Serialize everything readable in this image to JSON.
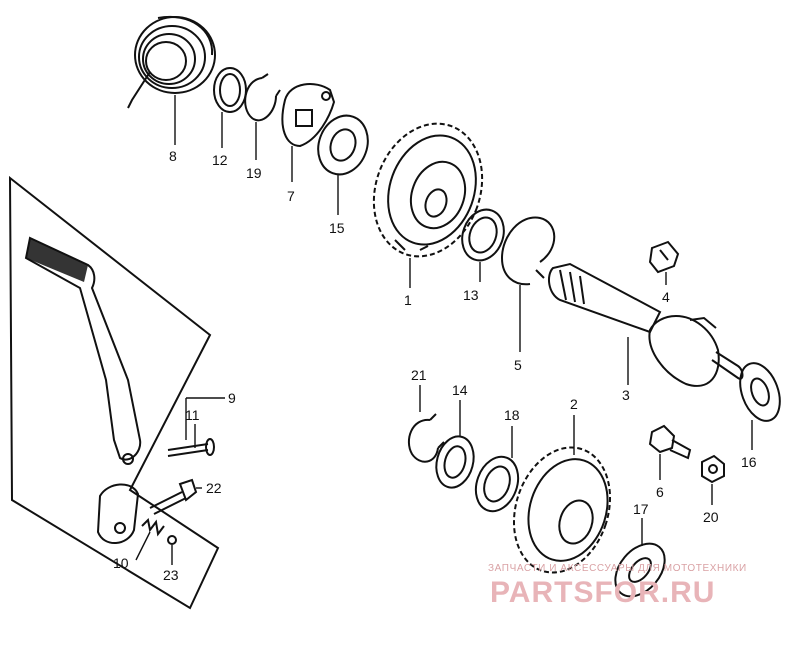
{
  "labels": {
    "p1": "1",
    "p2": "2",
    "p3": "3",
    "p4": "4",
    "p5": "5",
    "p6": "6",
    "p7": "7",
    "p8": "8",
    "p9": "9",
    "p10": "10",
    "p11": "11",
    "p12": "12",
    "p13": "13",
    "p14": "14",
    "p15": "15",
    "p16": "16",
    "p17": "17",
    "p18": "18",
    "p19": "19",
    "p20": "20",
    "p21": "21",
    "p22": "22",
    "p23": "23"
  },
  "watermark": {
    "tagline": "ЗАПЧАСТИ И АКСЕССУАРЫ ДЛЯ МОТОТЕХНИКИ",
    "brand": "PARTSFOR.RU"
  }
}
